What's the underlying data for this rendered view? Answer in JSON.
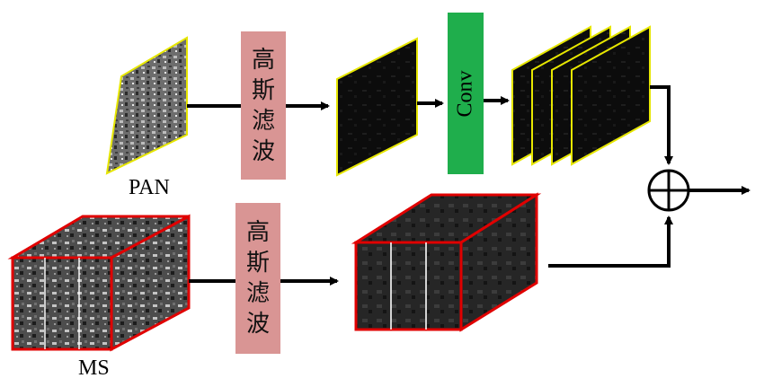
{
  "labels": {
    "pan": "PAN",
    "ms": "MS",
    "conv": "Conv",
    "gauss_top": [
      "高",
      "斯",
      "滤",
      "波"
    ],
    "gauss_bottom": [
      "高",
      "斯",
      "滤",
      "波"
    ]
  },
  "icons": {
    "sum": "circle-plus-icon"
  },
  "colors": {
    "pan_border": "#e6e600",
    "ms_border": "#e00000",
    "gauss_box": "#d99594",
    "conv_box": "#1fae4c"
  }
}
